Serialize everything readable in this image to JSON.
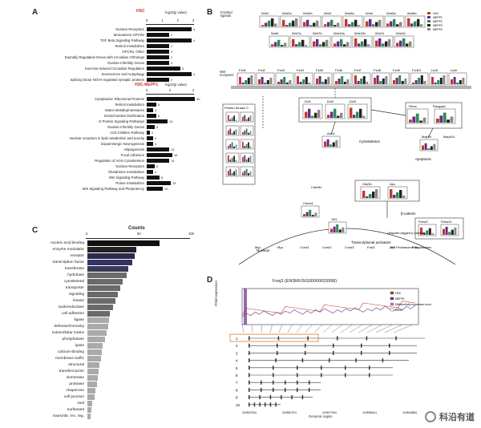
{
  "panelA": {
    "letter": "A",
    "hsc": {
      "title": "HSC",
      "axis_label": "-log10(p value)",
      "ticks": [
        "0",
        "1",
        "2",
        "3"
      ],
      "rows": [
        {
          "label": "Nuclear Receptors",
          "value": 4
        },
        {
          "label": "Monoamine GPCRs",
          "value": 2
        },
        {
          "label": "TGF Beta Signaling Pathway",
          "value": 4
        },
        {
          "label": "Retinol metabolism",
          "value": 2
        },
        {
          "label": "GPCRs, Other",
          "value": 2
        },
        {
          "label": "Diurnally Regulated Genes with Circadian Orthologs",
          "value": 2
        },
        {
          "label": "Ovarian Infertility Genes",
          "value": 2
        },
        {
          "label": "Exercise-induced Circadian Regulation",
          "value": 3
        },
        {
          "label": "Senescence and Autophagy",
          "value": 4
        },
        {
          "label": "Splicing factor NOVA regulated synaptic proteins",
          "value": 2
        }
      ]
    },
    "mepp": {
      "title": "HSC-MEPP1",
      "axis_label": "-log10(p value)",
      "ticks": [
        "0",
        "2",
        "4"
      ],
      "rows": [
        {
          "label": "Cytoplasmic Ribosomal Proteins",
          "value": 30
        },
        {
          "label": "Retinol metabolism",
          "value": 6
        },
        {
          "label": "Matrix Metalloproteinases",
          "value": 4
        },
        {
          "label": "Endochondral Ossification",
          "value": 6
        },
        {
          "label": "G Protein Signaling Pathways",
          "value": 13
        },
        {
          "label": "Ovarian Infertility Genes",
          "value": 5
        },
        {
          "label": "ACE Inhibitor Pathway",
          "value": 2
        },
        {
          "label": "Nuclear receptors in lipid metabolism and toxicity",
          "value": 4
        },
        {
          "label": "Dopaminergic Neurogenesis",
          "value": 4
        },
        {
          "label": "Adipogenesis",
          "value": 14
        },
        {
          "label": "Focal Adhesion",
          "value": 16
        },
        {
          "label": "Regulation of Actin Cytoskeleton",
          "value": 14
        },
        {
          "label": "Nuclear Receptors",
          "value": 5
        },
        {
          "label": "Glutathione metabolism",
          "value": 4
        },
        {
          "label": "Wnt Signaling Pathway",
          "value": 8
        },
        {
          "label": "Purine metabolism",
          "value": 15
        },
        {
          "label": "Wnt Signaling Pathway and Pluripotency",
          "value": 10
        }
      ]
    }
  },
  "panelB": {
    "letter": "B",
    "ligands_label": "Frizzled ligands",
    "receptors_label": "Wnt receptors",
    "ligands_top": [
      "Wnt1",
      "Wnt2a",
      "Wnt2b",
      "Wnt3",
      "Wnt3a",
      "Wnt4",
      "Wnt5a",
      "Wnt5b"
    ],
    "ligands_bottom": [
      "Wnt6",
      "Wnt7a",
      "Wnt7b",
      "Wnt10a",
      "Wnt10b",
      "Wnt11",
      "Wnt16"
    ],
    "receptors": [
      "Fzd1",
      "Fzd2",
      "Fzd3",
      "Fzd4",
      "Fzd5",
      "Fzd6",
      "Fzd7",
      "Fzd8",
      "Fzd9",
      "Fzd10",
      "Lrp5",
      "Lrp6"
    ],
    "legend": [
      "HSC",
      "MEPP1",
      "MEPP2",
      "MEPP3",
      "MEPP4"
    ],
    "nodes": [
      "Protein Kinase C",
      "Dvl1",
      "Dvl2",
      "Dvl3",
      "Rhoa",
      "Racgap1",
      "Axin1",
      "Cytoskeleton",
      "Mapk9",
      "Mapk10",
      "Apoptosis",
      "Gsk3b",
      "Apc",
      "Ctnnb1",
      "Calcilin",
      "Tcf1",
      "β-catenin",
      "Fbxw2",
      "Fbxw11",
      "Nucleus",
      "Transcriptional activation",
      "Ubiquitin-tagged β-catenin",
      "26S Proteasome degradation"
    ],
    "targets": [
      "Myc",
      "Myc",
      "Ccnd1",
      "Ccnd2",
      "Ccnd3",
      "Fosl1",
      "Jun",
      "Plau"
    ]
  },
  "panelC": {
    "letter": "C",
    "title": "Counts",
    "ticks": [
      "0",
      "50",
      "100"
    ],
    "rows": [
      {
        "label": "nucleic acid binding",
        "value": 70
      },
      {
        "label": "enzyme modulator",
        "value": 48
      },
      {
        "label": "receptor",
        "value": 46
      },
      {
        "label": "transcription factor",
        "value": 44
      },
      {
        "label": "transferase",
        "value": 40
      },
      {
        "label": "hydrolase",
        "value": 38
      },
      {
        "label": "cytoskeletal",
        "value": 34
      },
      {
        "label": "transporter",
        "value": 32
      },
      {
        "label": "signaling",
        "value": 30
      },
      {
        "label": "kinase",
        "value": 27
      },
      {
        "label": "oxidoreductase",
        "value": 25
      },
      {
        "label": "cell adhesion",
        "value": 22
      },
      {
        "label": "ligase",
        "value": 21
      },
      {
        "label": "defense/immunity",
        "value": 20
      },
      {
        "label": "extracellular matrix",
        "value": 19
      },
      {
        "label": "phosphatase",
        "value": 17
      },
      {
        "label": "lyase",
        "value": 15
      },
      {
        "label": "calcium-binding",
        "value": 14
      },
      {
        "label": "membrane traffic",
        "value": 13
      },
      {
        "label": "structural",
        "value": 12
      },
      {
        "label": "transfer/carrier",
        "value": 11
      },
      {
        "label": "isomerase",
        "value": 10
      },
      {
        "label": "protease",
        "value": 9
      },
      {
        "label": "chaperone",
        "value": 8
      },
      {
        "label": "cell junction",
        "value": 7
      },
      {
        "label": "viral",
        "value": 5
      },
      {
        "label": "surfactant",
        "value": 4
      },
      {
        "label": "transmbr. rec. reg.",
        "value": 3
      }
    ]
  },
  "panelD": {
    "letter": "D",
    "title": "Foxj3 (ENSMUSG00000033998)",
    "ylabel": "Fitted expression",
    "xlabel": "Genomic region",
    "x_ticks": [
      "119537004",
      "119557474",
      "119577944",
      "119598414",
      "119618884"
    ],
    "legend": [
      "HSC",
      "MEPP1",
      "Differentially expressed exon",
      "Intron"
    ],
    "isoforms": [
      "1",
      "2",
      "3",
      "4",
      "5",
      "6",
      "7",
      "8",
      "9",
      "10"
    ]
  },
  "watermark": "科沿有道"
}
